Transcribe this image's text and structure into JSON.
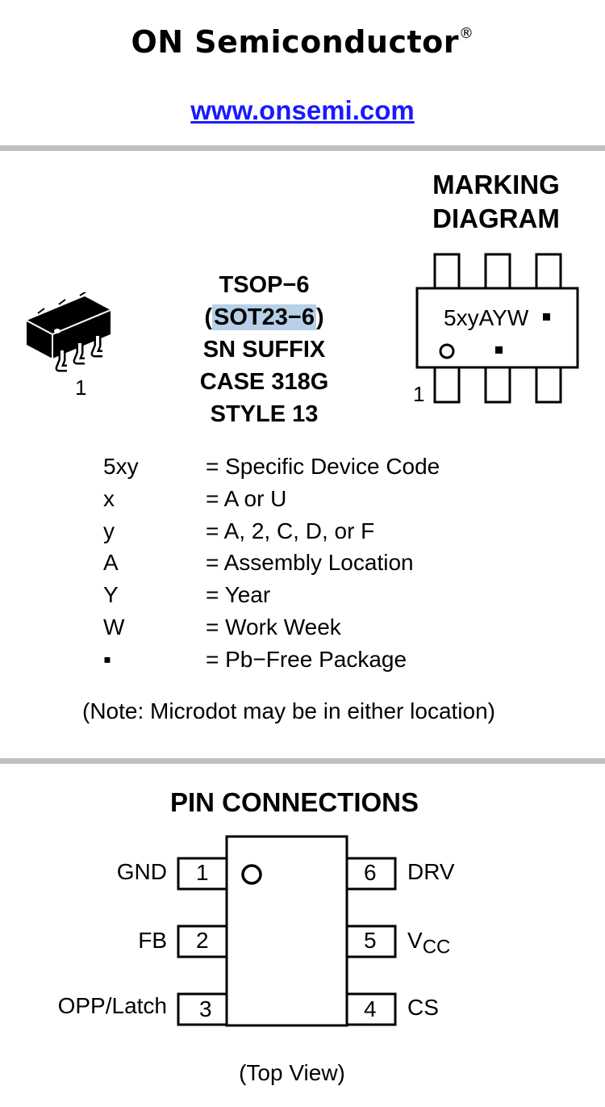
{
  "header": {
    "brand": "ON Semiconductor",
    "registered": "®",
    "url": "www.onsemi.com"
  },
  "package": {
    "lines": [
      "TSOP−6",
      "SOT23−6",
      "SN SUFFIX",
      "CASE 318G",
      "STYLE 13"
    ],
    "pin1_label": "1"
  },
  "marking": {
    "title_line1": "MARKING",
    "title_line2": "DIAGRAM",
    "code": "5xyAYW",
    "pb_free_glyph": "▪",
    "pin1_label": "1"
  },
  "legend": [
    {
      "code": "5xy",
      "desc": "= Specific Device Code"
    },
    {
      "code": "x",
      "desc": "= A or U"
    },
    {
      "code": "y",
      "desc": "= A, 2, C, D, or F"
    },
    {
      "code": "A",
      "desc": "= Assembly Location"
    },
    {
      "code": "Y",
      "desc": "= Year"
    },
    {
      "code": "W",
      "desc": "= Work Week"
    },
    {
      "code": "▪",
      "desc": "= Pb−Free Package"
    }
  ],
  "note": "(Note: Microdot may be in either location)",
  "pins": {
    "title": "PIN CONNECTIONS",
    "view": "(Top View)",
    "left": [
      {
        "num": "1",
        "name": "GND"
      },
      {
        "num": "2",
        "name": "FB"
      },
      {
        "num": "3",
        "name": "OPP/Latch"
      }
    ],
    "right": [
      {
        "num": "6",
        "name": "DRV"
      },
      {
        "num": "5",
        "name": "V",
        "sub": "CC"
      },
      {
        "num": "4",
        "name": "CS"
      }
    ]
  }
}
